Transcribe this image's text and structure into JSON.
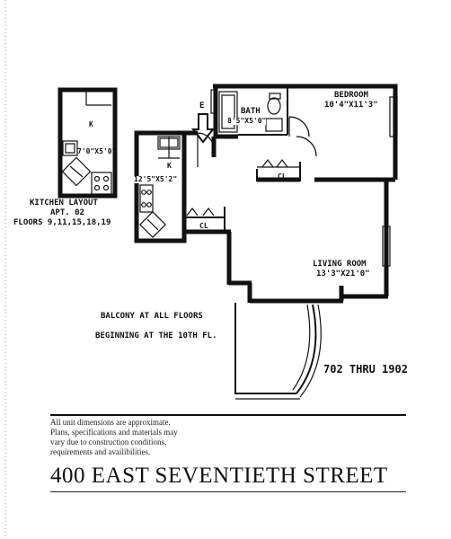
{
  "labels": {
    "kitchen_layout_k": "K",
    "kitchen_layout_dims": "7'0\"X5'0\"",
    "kitchen_layout_title": "KITCHEN LAYOUT",
    "kitchen_layout_apt": "APT. 02",
    "kitchen_layout_floors": "FLOORS 9,11,15,18,19",
    "entry": "E",
    "kitchen_k": "K",
    "kitchen_dims": "12'5\"X5'2\"",
    "bath": "BATH",
    "bath_dims": "8'5\"X5'0\"",
    "bedroom": "BEDROOM",
    "bedroom_dims": "10'4\"X11'3\"",
    "closet_bedroom": "CL",
    "closet_kitchen": "CL",
    "living_room": "LIVING ROOM",
    "living_room_dims": "13'3\"X21'0\"",
    "balcony_line1": "BALCONY AT ALL FLOORS",
    "balcony_line2": "BEGINNING AT THE 10TH FL.",
    "unit_range": "702 THRU 1902"
  },
  "disclaimer": [
    "All unit dimensions are approximate.",
    "Plans, specifications and materials may",
    "vary due to construction conditions,",
    "requirements and availibilities."
  ],
  "address": "400 EAST SEVENTIETH STREET"
}
